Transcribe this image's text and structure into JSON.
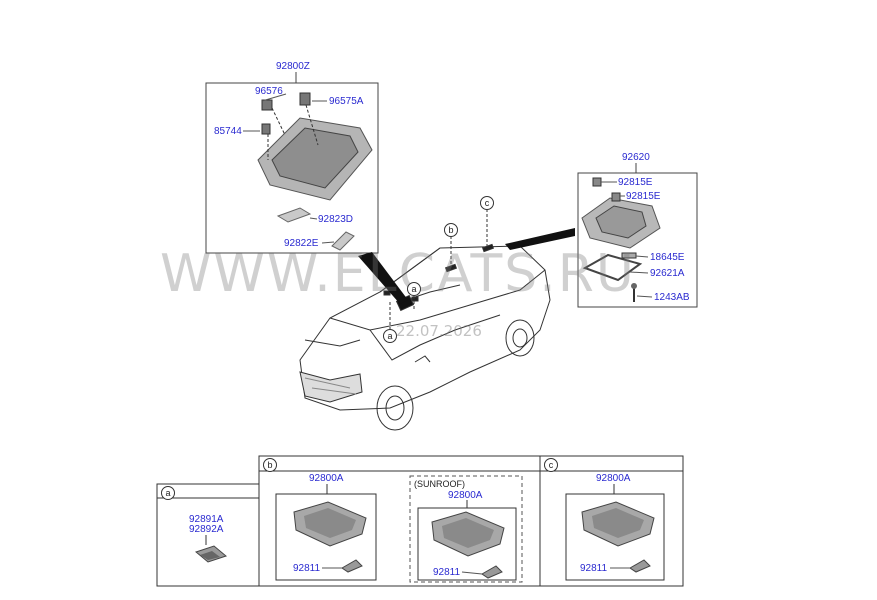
{
  "watermark": "WWW.ELCATS.RU",
  "date_stamp": "22.07.2026",
  "callouts": {
    "a": "a",
    "b": "b",
    "c": "c"
  },
  "top_left": {
    "assembly": "92800Z",
    "parts": [
      "96576",
      "96575A",
      "85744",
      "92823D",
      "92822E"
    ]
  },
  "top_right": {
    "assembly": "92620",
    "parts": [
      "92815E",
      "92815E",
      "18645E",
      "92621A",
      "1243AB"
    ]
  },
  "panel_a": {
    "parts": [
      "92891A",
      "92892A"
    ]
  },
  "panel_b": {
    "assembly": "92800A",
    "part": "92811"
  },
  "panel_sunroof": {
    "title": "(SUNROOF)",
    "assembly": "92800A",
    "part": "92811"
  },
  "panel_c": {
    "assembly": "92800A",
    "part": "92811"
  },
  "colors": {
    "label": "#2a2ad0",
    "line": "#333333",
    "part_fill": "#9a9a9a"
  }
}
